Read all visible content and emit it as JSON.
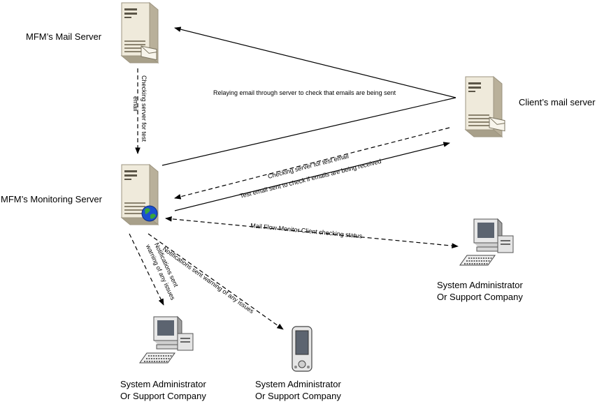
{
  "nodes": {
    "mail_server": {
      "label": "MFM’s Mail Server",
      "icon": "server-mail-icon"
    },
    "client_mail_server": {
      "label": "Client’s mail server",
      "icon": "server-mail-icon"
    },
    "monitoring_server": {
      "label": "MFM’s Monitoring Server",
      "icon": "server-globe-icon"
    },
    "admin_right": {
      "label_line1": "System Administrator",
      "label_line2": "Or Support Company",
      "icon": "desktop-computer-icon"
    },
    "admin_bottom_left": {
      "label_line1": "System Administrator",
      "label_line2": "Or Support Company",
      "icon": "desktop-computer-icon"
    },
    "admin_bottom_mid": {
      "label_line1": "System Administrator",
      "label_line2": "Or Support Company",
      "icon": "pda-device-icon"
    }
  },
  "edges": {
    "relay": "Relaying email through server to check that emails are being sent",
    "checking_mail_server_line1": "Checking server for test",
    "checking_mail_server_line2": "email",
    "checking_client": "Checking server for test email",
    "test_email_sent": "Test email sent to check if emails are being received",
    "client_status": "Mail Flow Monitor Client checking status",
    "notify_left_line1": "Notifications sent",
    "notify_left_line2": "warning of any issues",
    "notify_mid": "Notifications sent warning of any issues"
  },
  "colors": {
    "server_body": "#e6e0cf",
    "server_shadow": "#b9b09a",
    "screen": "#5c6470",
    "globe_blue": "#1b4fd1",
    "globe_green": "#3aa63a"
  }
}
